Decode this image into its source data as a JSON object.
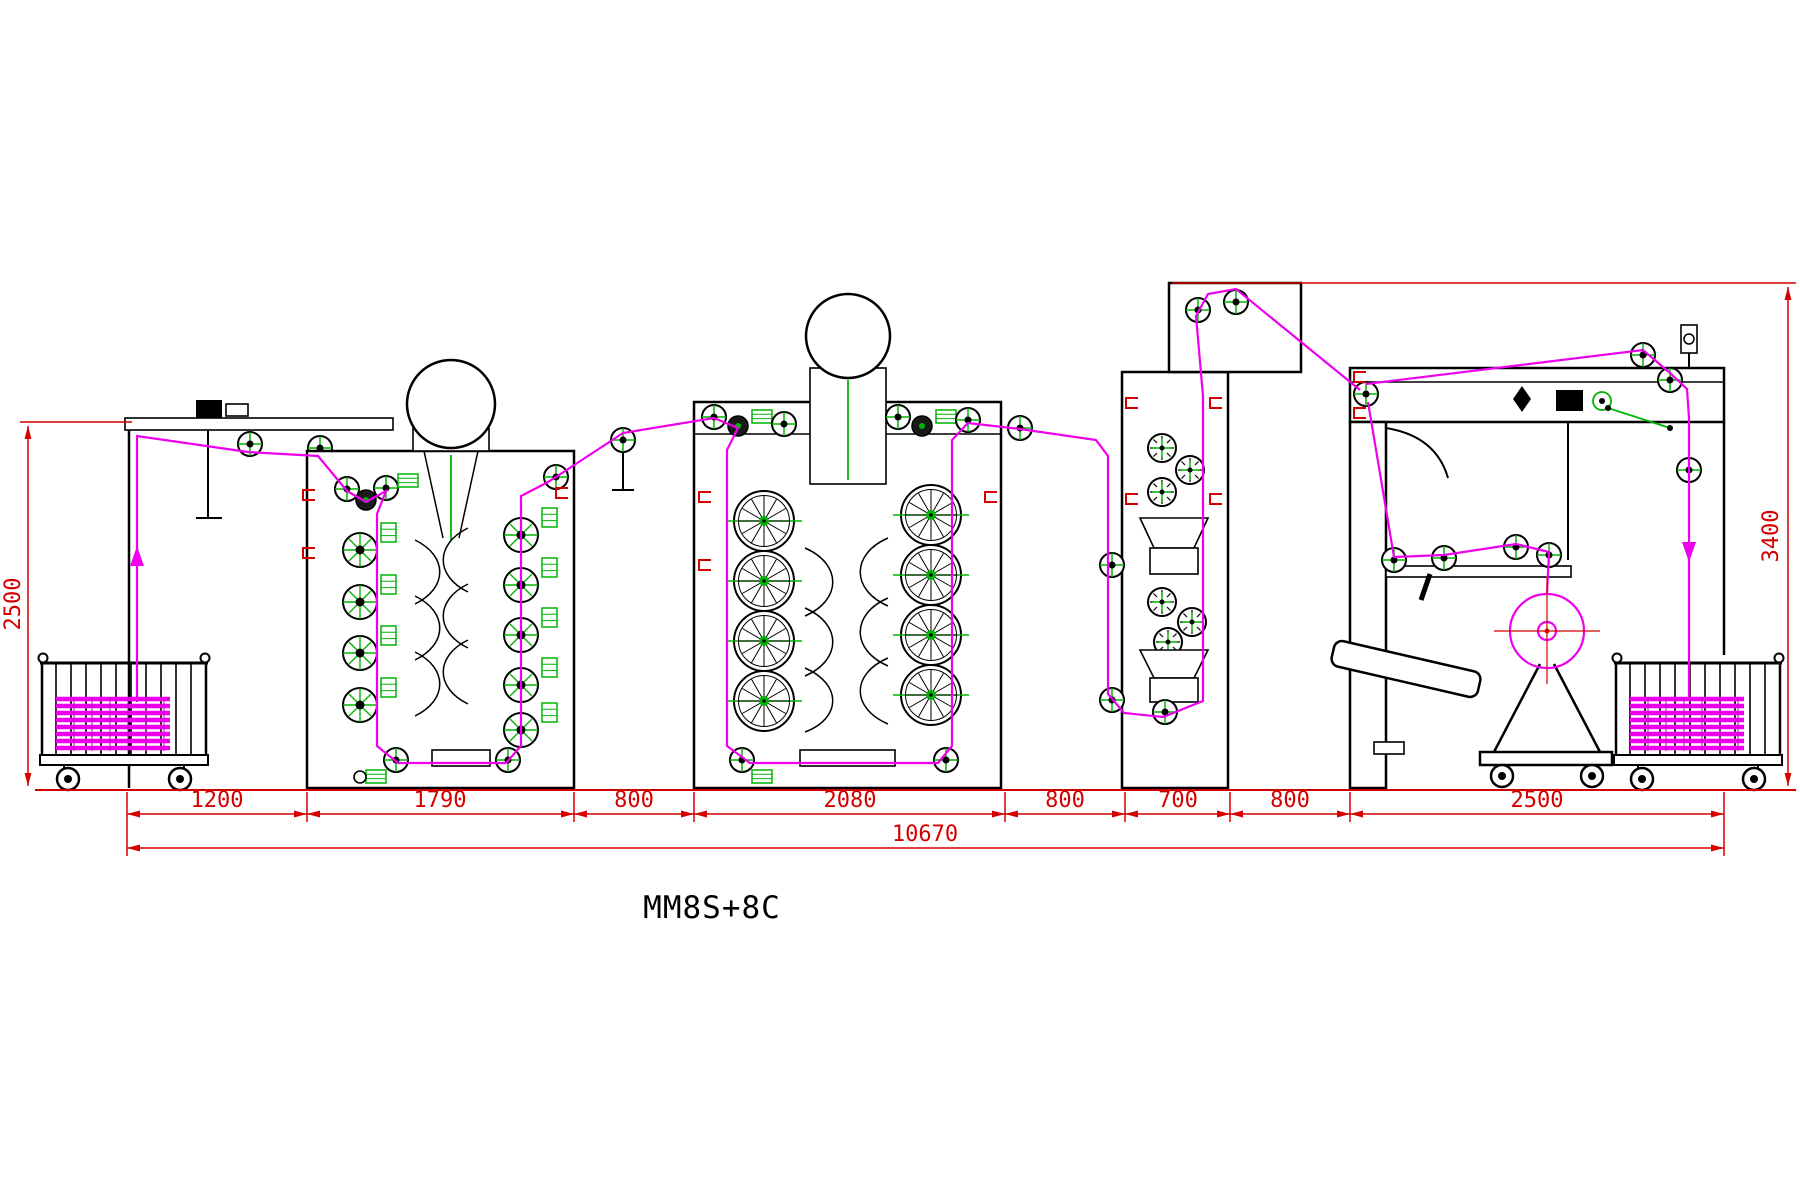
{
  "title": "MM8S+8C",
  "drawing_type": "machine-line side elevation",
  "colors": {
    "dimension_lines": "#d40000",
    "machine_outline": "#000000",
    "web_path": "#ee00ee",
    "rollers": "#00b400",
    "background": "#ffffff"
  },
  "dimensions": {
    "horizontal_segments": [
      {
        "label": "1200"
      },
      {
        "label": "1790"
      },
      {
        "label": "800"
      },
      {
        "label": "2080"
      },
      {
        "label": "800"
      },
      {
        "label": "700"
      },
      {
        "label": "800"
      },
      {
        "label": "2500"
      }
    ],
    "overall_width": {
      "label": "10670"
    },
    "left_height": {
      "label": "2500"
    },
    "right_height": {
      "label": "3400"
    }
  }
}
